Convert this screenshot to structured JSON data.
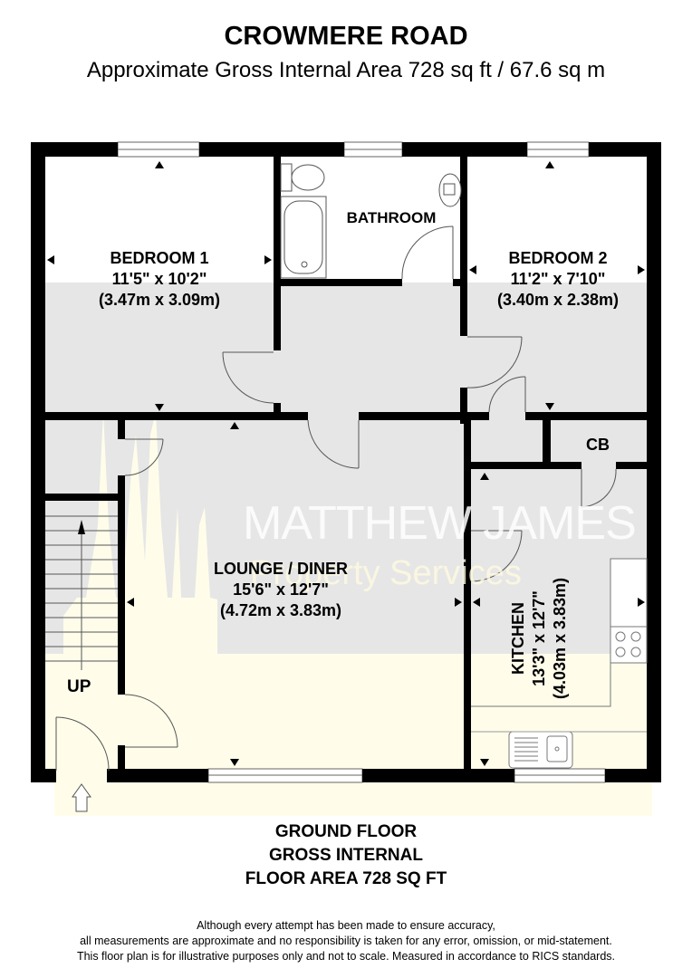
{
  "header": {
    "title": "CROWMERE ROAD",
    "subtitle": "Approximate Gross Internal Area 728 sq ft / 67.6 sq m"
  },
  "rooms": [
    {
      "name": "BEDROOM 1",
      "imperial": "11'5\" x 10'2\"",
      "metric": "(3.47m x 3.09m)"
    },
    {
      "name": "BATHROOM"
    },
    {
      "name": "BEDROOM 2",
      "imperial": "11'2\" x 7'10\"",
      "metric": "(3.40m x 2.38m)"
    },
    {
      "name": "CB"
    },
    {
      "name": "LOUNGE / DINER",
      "imperial": "15'6\" x 12'7\"",
      "metric": "(4.72m x 3.83m)"
    },
    {
      "name": "KITCHEN",
      "imperial": "13'3\" x 12'7\"",
      "metric": "(4.03m x 3.83m)"
    }
  ],
  "stairs": {
    "label": "UP"
  },
  "watermark": {
    "line1": "MATTHEW JAMES",
    "line2": "Property Services"
  },
  "floor_caption": {
    "line1": "GROUND FLOOR",
    "line2": "GROSS INTERNAL",
    "line3": "FLOOR AREA 728 SQ FT"
  },
  "disclaimer": {
    "line1": "Although every attempt has been made to ensure accuracy,",
    "line2": "all measurements are approximate and no responsibility is taken for any error, omission, or mid-statement.",
    "line3": "This floor plan is for illustrative purposes only and not to scale. Measured in accordance to RICS standards."
  },
  "colors": {
    "wall": "#000000",
    "floor_grey": "#e6e6e6",
    "floor_cream": "#fffdea",
    "fixture_line": "#555555"
  }
}
